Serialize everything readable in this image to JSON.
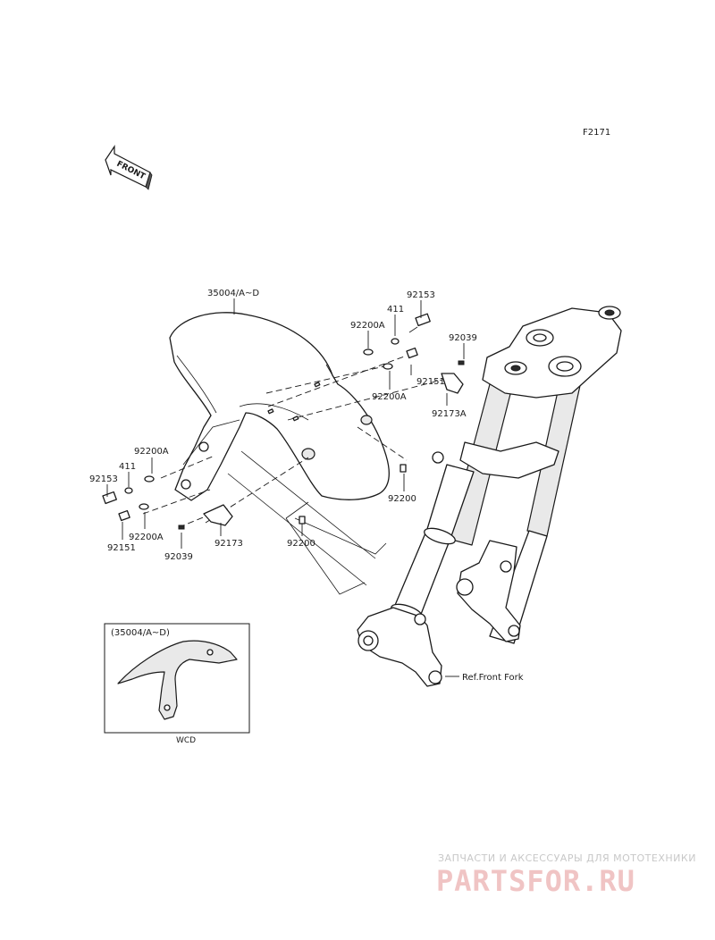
{
  "figure_code": "F2171",
  "direction_marker": "FRONT",
  "inset": {
    "title": "(35004/A~D)",
    "caption": "WCD"
  },
  "ref_label": "Ref.Front Fork",
  "labels": {
    "l_35004": "35004/A~D",
    "l_92153_r": "92153",
    "l_411_r": "411",
    "l_92200A_r1": "92200A",
    "l_92039_r": "92039",
    "l_92151_r": "92151",
    "l_92200A_r2": "92200A",
    "l_92173A": "92173A",
    "l_92200_r": "92200",
    "l_92200A_l1": "92200A",
    "l_411_l": "411",
    "l_92153_l": "92153",
    "l_92200A_l2": "92200A",
    "l_92151_l": "92151",
    "l_92039_l": "92039",
    "l_92173": "92173",
    "l_92200_c": "92200"
  },
  "watermark": {
    "top": "ЗАПЧАСТИ И АКСЕССУАРЫ ДЛЯ МОТОТЕХНИКИ",
    "main": "PARTSFOR.RU"
  }
}
